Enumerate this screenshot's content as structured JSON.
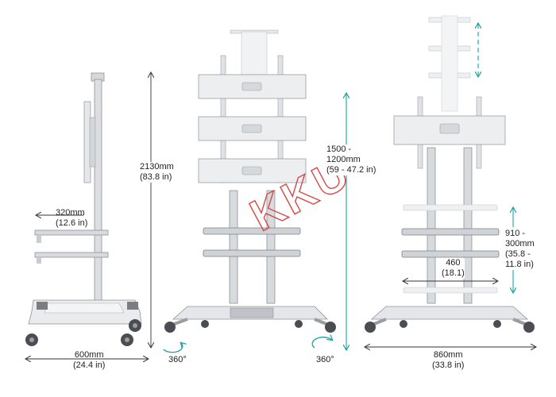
{
  "colors": {
    "metal": "#c9ccd0",
    "metal_dark": "#8e9297",
    "panel": "#eceef0",
    "wheel": "#4a4d51",
    "line": "#333333",
    "accent": "#1aa3a3",
    "watermark": "#d44a4a"
  },
  "labels": {
    "depth_top": "320mm",
    "depth_top_in": "(12.6 in)",
    "height_total": "2130mm",
    "height_total_in": "(83.8 in)",
    "base_depth": "600mm",
    "base_depth_in": "(24.4 in)",
    "rotation_left": "360°",
    "rotation_right": "360°",
    "mount_range": "1500 -",
    "mount_range_2": "1200mm",
    "mount_range_in": "(59 - 47.2 in)",
    "shelf_range": "910 -",
    "shelf_range_2": "300mm",
    "shelf_range_in": "(35.8 -",
    "shelf_range_in_2": "11.8 in)",
    "shelf_width": "460",
    "shelf_width_in": "(18.1)",
    "base_width": "860mm",
    "base_width_in": "(33.8 in)"
  },
  "watermark": "KKU"
}
